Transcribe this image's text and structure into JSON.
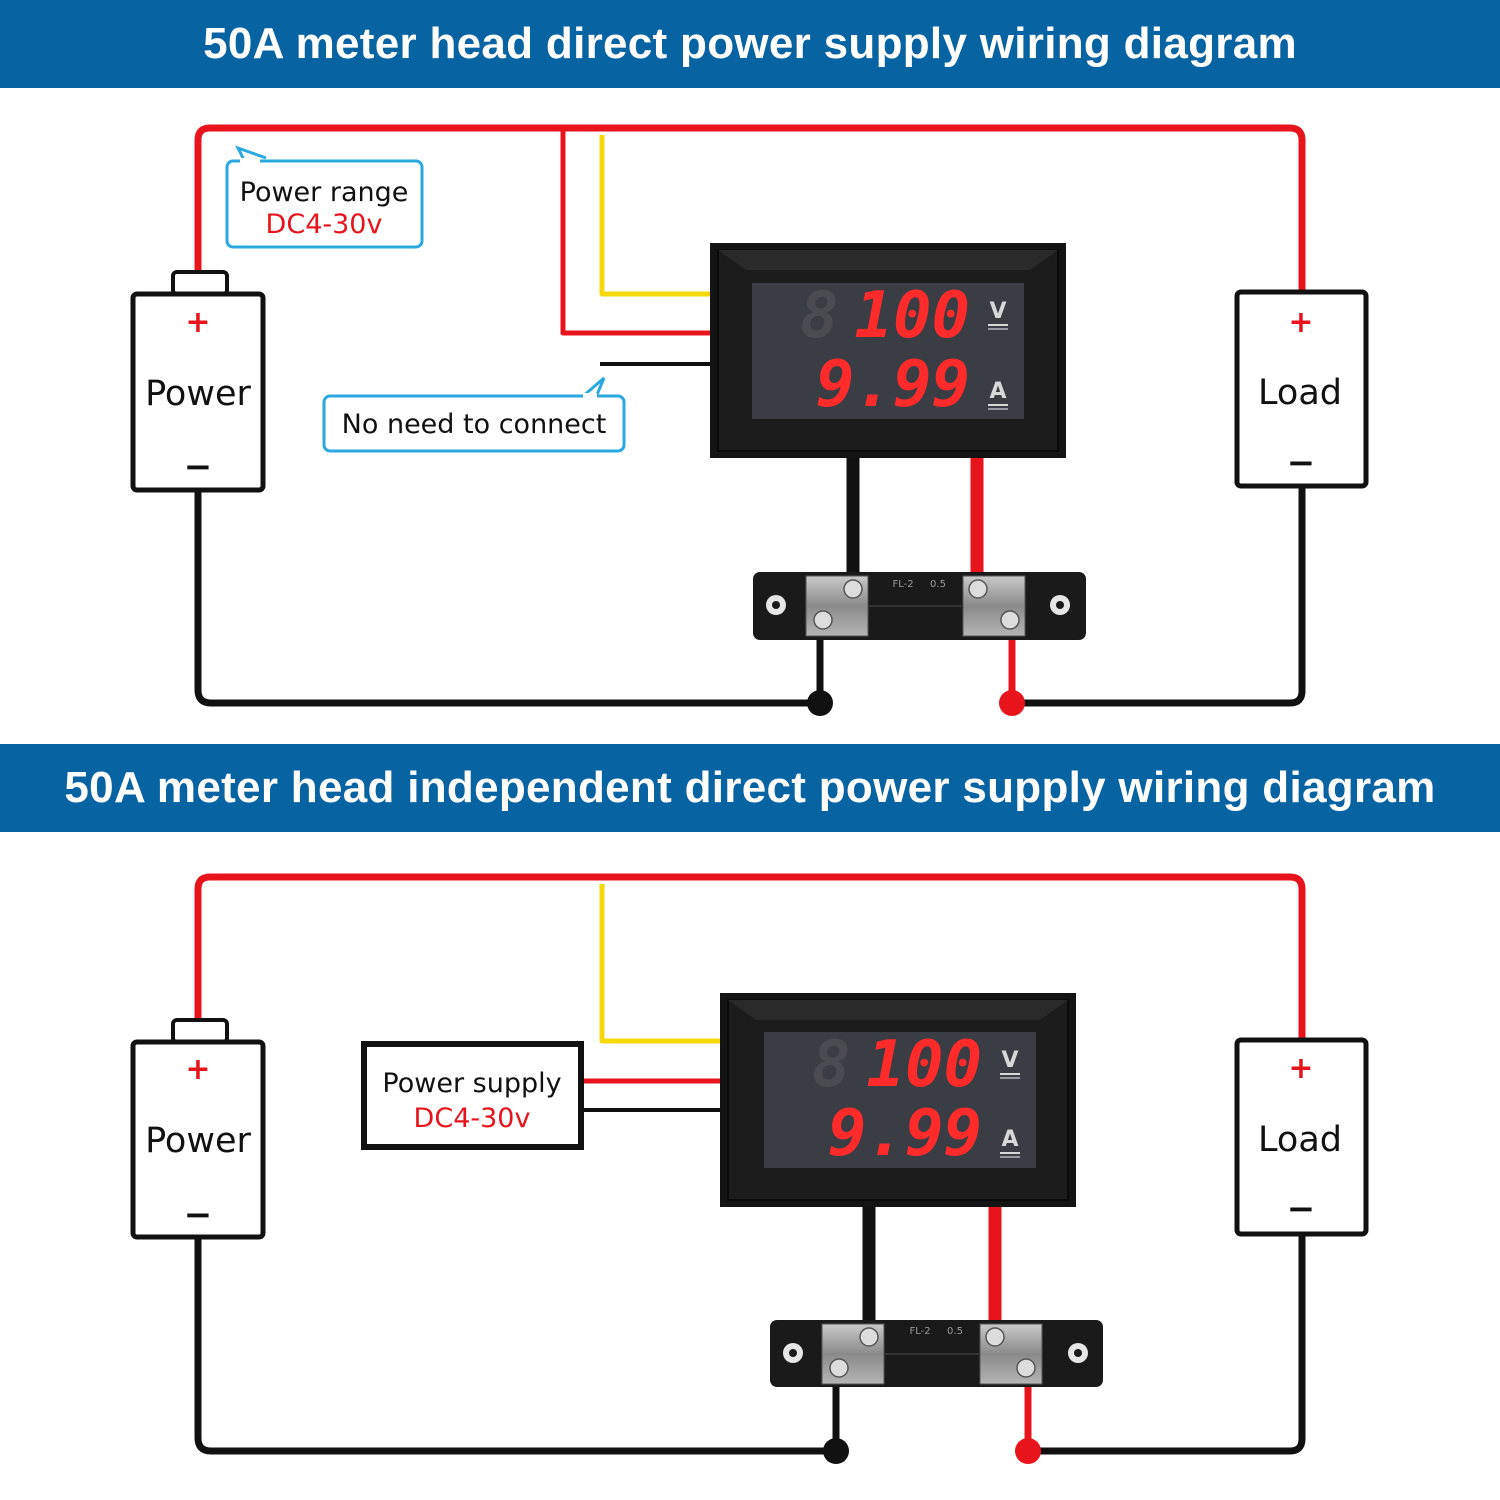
{
  "banners": {
    "top": "50A meter head direct power supply wiring diagram",
    "bottom": "50A meter head independent direct power supply wiring diagram"
  },
  "top_diagram": {
    "power": {
      "label": "Power",
      "plus": "+",
      "minus": "−"
    },
    "load": {
      "label": "Load",
      "plus": "+",
      "minus": "−"
    },
    "callout_power_range": {
      "line1": "Power range",
      "line2": "DC4-30v"
    },
    "callout_no_connect": "No need to connect",
    "meter": {
      "voltage": "100",
      "current": "9.99",
      "unit_v": "V",
      "unit_a": "A"
    },
    "shunt": {
      "marking": "FL-2",
      "rating": "0.5"
    }
  },
  "bottom_diagram": {
    "power": {
      "label": "Power",
      "plus": "+",
      "minus": "−"
    },
    "load": {
      "label": "Load",
      "plus": "+",
      "minus": "−"
    },
    "power_supply_box": {
      "line1": "Power supply",
      "line2": "DC4-30v"
    },
    "meter": {
      "voltage": "100",
      "current": "9.99",
      "unit_v": "V",
      "unit_a": "A"
    },
    "shunt": {
      "marking": "FL-2",
      "rating": "0.5"
    }
  },
  "colors": {
    "banner": "#0863a3",
    "wire_red": "#e8141c",
    "wire_black": "#111111",
    "wire_yellow": "#f5d90a",
    "callout_border": "#2aa9e0",
    "digit_red": "#ff2a2a"
  }
}
